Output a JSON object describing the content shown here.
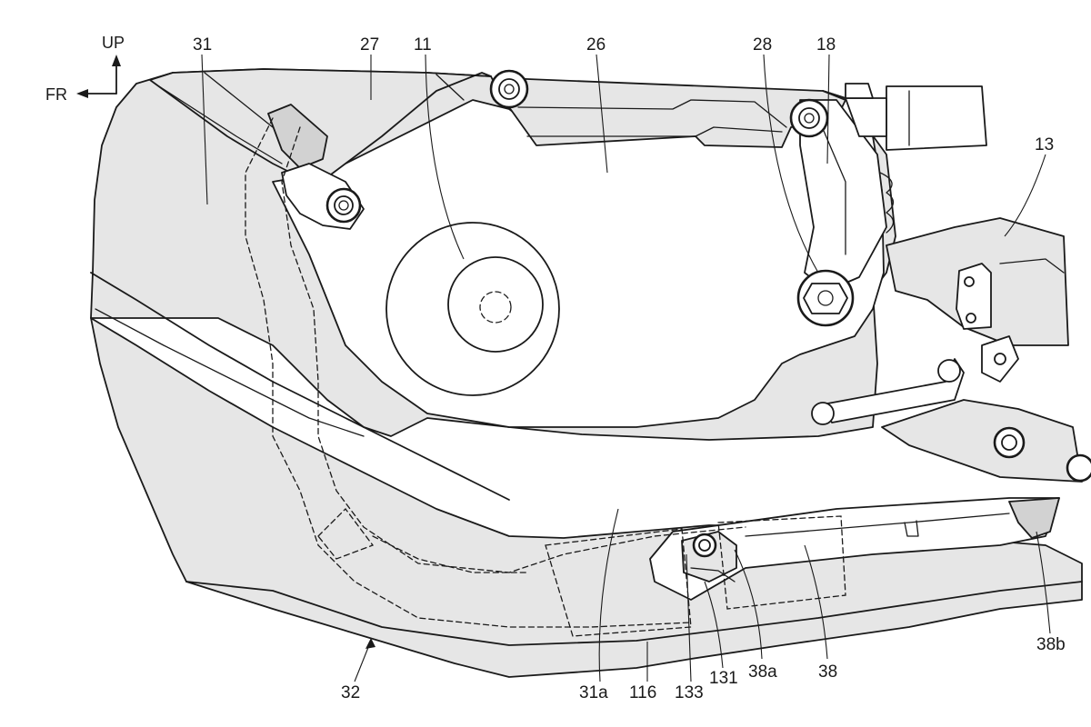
{
  "orientation": {
    "up_label": "UP",
    "front_label": "FR"
  },
  "labels": {
    "l31": "31",
    "l27": "27",
    "l11": "11",
    "l26": "26",
    "l28": "28",
    "l18": "18",
    "l13": "13",
    "l32": "32",
    "l31a": "31a",
    "l116": "116",
    "l133": "133",
    "l131": "131",
    "l38a": "38a",
    "l38": "38",
    "l38b": "38b"
  },
  "colors": {
    "line": "#1a1a1a",
    "shade": "#e6e6e6",
    "shade_dark": "#d2d2d2",
    "background": "#ffffff"
  }
}
